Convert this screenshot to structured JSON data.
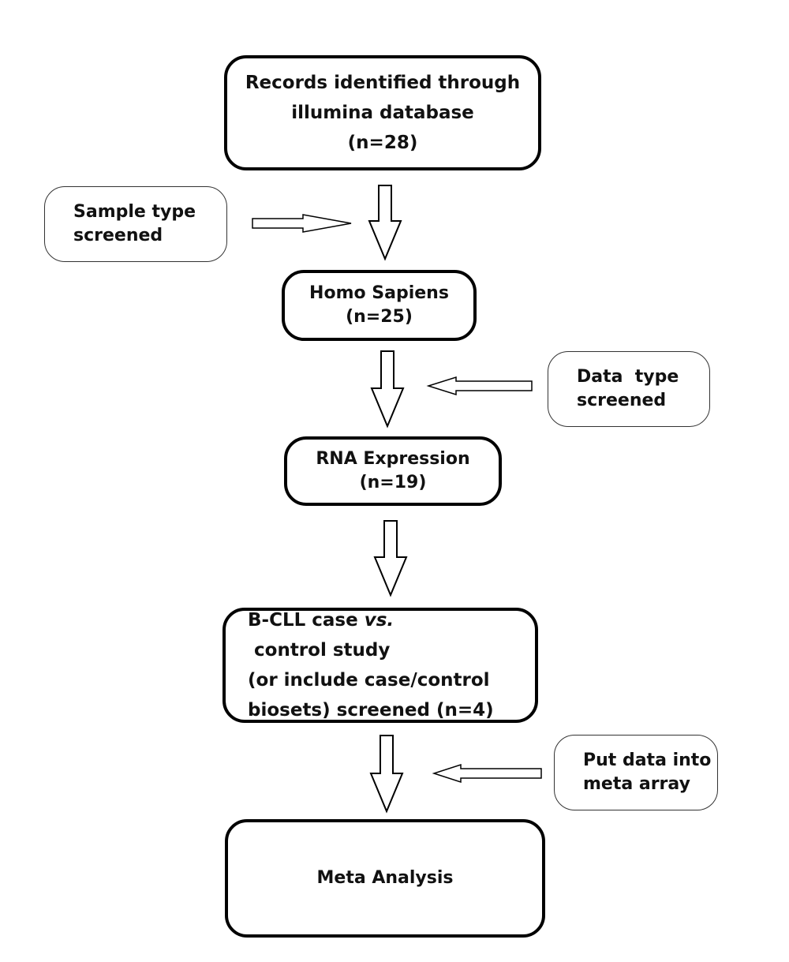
{
  "flowchart": {
    "steps": [
      {
        "lines": [
          "Records identified through",
          "illumina database",
          "(n=28)"
        ]
      },
      {
        "lines": [
          "Homo Sapiens",
          "(n=25)"
        ]
      },
      {
        "lines": [
          "RNA Expression",
          "(n=19)"
        ]
      },
      {
        "lines_parts": {
          "l1a": "B-CLL case ",
          "l1b": "vs.",
          "l1c": " control study",
          "l2": "(or include case/control",
          "l3": "biosets) screened (n=4)"
        }
      },
      {
        "lines": [
          "Meta Analysis"
        ]
      }
    ],
    "filters": [
      {
        "lines": [
          "Sample type",
          "screened"
        ]
      },
      {
        "lines": [
          "Data  type",
          "screened"
        ]
      },
      {
        "lines": [
          "Put data into",
          "meta array"
        ]
      }
    ]
  }
}
